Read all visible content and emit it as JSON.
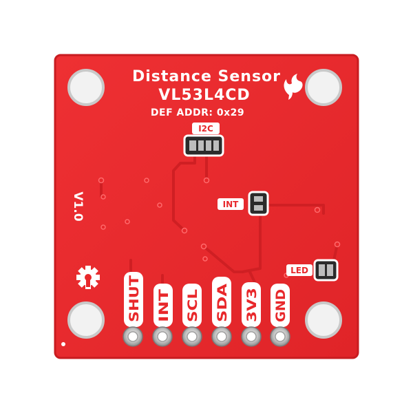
{
  "board": {
    "title": "Distance Sensor",
    "part": "VL53L4CD",
    "address": "DEF ADDR: 0x29",
    "version": "V1.0",
    "colors": {
      "pcb": "#e8282b",
      "pcb_edge": "#c81c20",
      "silk": "#ffffff",
      "pad": "#c9c9c9",
      "trace": "#d01e22"
    }
  },
  "jumpers": {
    "i2c": "I2C",
    "int": "INT",
    "led": "LED"
  },
  "pins": [
    {
      "label": "SHUT"
    },
    {
      "label": "INT"
    },
    {
      "label": "SCL"
    },
    {
      "label": "SDA"
    },
    {
      "label": "3V3"
    },
    {
      "label": "GND"
    }
  ],
  "icons": {
    "logo": "sparkfun-flame-icon",
    "oshw": "open-hardware-gear-icon"
  }
}
